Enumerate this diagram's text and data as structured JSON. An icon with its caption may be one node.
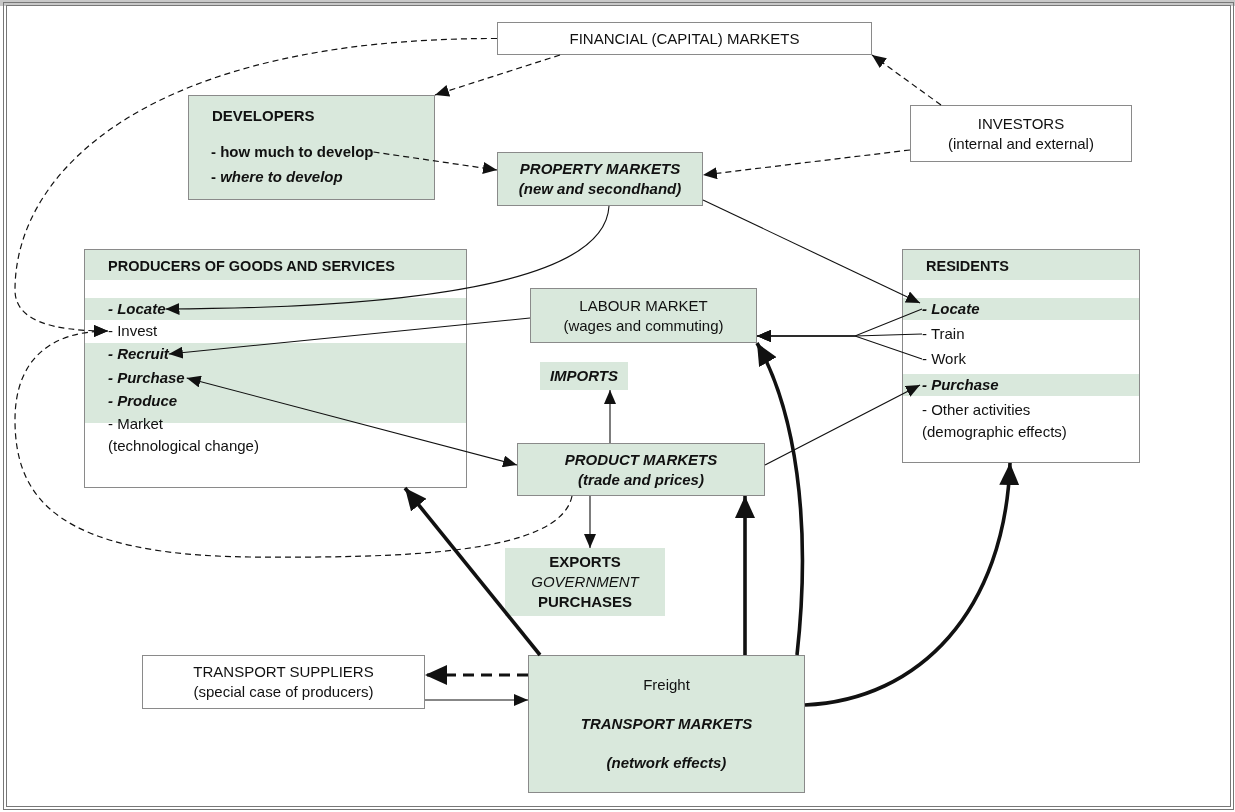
{
  "diagram": {
    "nodes": [
      {
        "text": [
          "FINANCIAL (CAPITAL) MARKETS"
        ]
      },
      {
        "text": [
          "INVESTORS",
          "(internal and external)"
        ]
      },
      {
        "text": [
          "DEVELOPERS"
        ]
      },
      {
        "text": [
          "- how much to develop"
        ],
        "in": 2
      },
      {
        "text": [
          "- *where to develop*"
        ],
        "in": 2
      },
      {
        "text": [
          "PROPERTY MARKETS",
          "(new and secondhand)"
        ]
      },
      {
        "text": [
          "PRODUCERS OF GOODS AND SERVICES"
        ]
      },
      {
        "text": [
          "- Locate"
        ],
        "in": 6
      },
      {
        "text": [
          "- Invest"
        ],
        "in": 6
      },
      {
        "text": [
          "- Recruit"
        ],
        "in": 6
      },
      {
        "text": [
          "- Purchase"
        ],
        "in": 6
      },
      {
        "text": [
          "- Produce"
        ],
        "in": 6
      },
      {
        "text": [
          "- Market",
          "(technological change)"
        ],
        "in": 6
      },
      {
        "text": [
          "LABOUR MARKET",
          "(wages and commuting)"
        ]
      },
      {
        "text": [
          "IMPORTS"
        ]
      },
      {
        "text": [
          "PRODUCT MARKETS",
          "(trade and prices)"
        ]
      },
      {
        "text": [
          "**EXPORTS** *GOVERNMENT* **PURCHASES**"
        ]
      },
      {
        "text": [
          "RESIDENTS"
        ]
      },
      {
        "text": [
          "- Locate"
        ],
        "in": 17
      },
      {
        "text": [
          "- Train"
        ],
        "in": 17
      },
      {
        "text": [
          "- Work"
        ],
        "in": 17
      },
      {
        "text": [
          "- Purchase"
        ],
        "in": 17
      },
      {
        "text": [
          "- Other activities",
          "(demographic effects)"
        ],
        "in": 17
      },
      {
        "text": [
          "TRANSPORT SUPPLIERS",
          "(special case of producers)"
        ]
      },
      {
        "text": [
          "Freight",
          "TRANSPORT MARKETS",
          "(network effects)"
        ]
      }
    ],
    "edges": [
      {
        "from": 0,
        "to": 2,
        "arrow": "to",
        "style": "dashed"
      },
      {
        "from": 0,
        "to": 8,
        "arrow": "to",
        "style": "dashed"
      },
      {
        "from": 15,
        "to": 8,
        "arrow": "to",
        "style": "dashed"
      },
      {
        "from": 1,
        "to": 0,
        "arrow": "to",
        "style": "dashed"
      },
      {
        "from": 1,
        "to": 5,
        "arrow": "to",
        "style": "dashed"
      },
      {
        "from": 3,
        "to": 5,
        "arrow": "to",
        "style": "dashed"
      },
      {
        "from": 5,
        "to": 7,
        "arrow": "to"
      },
      {
        "from": 5,
        "to": 18,
        "arrow": "to"
      },
      {
        "from": 13,
        "to": 9,
        "arrow": "to"
      },
      {
        "from": 18,
        "to": 13,
        "arrow": "to"
      },
      {
        "from": 19,
        "to": 13,
        "arrow": "to"
      },
      {
        "from": 20,
        "to": 13,
        "arrow": "to"
      },
      {
        "from": 10,
        "to": 15,
        "arrow": "both"
      },
      {
        "from": 15,
        "to": 14,
        "arrow": "to"
      },
      {
        "from": 15,
        "to": 16,
        "arrow": "to"
      },
      {
        "from": 15,
        "to": 21,
        "arrow": "to"
      },
      {
        "from": 24,
        "to": 6,
        "arrow": "to",
        "style": "thick"
      },
      {
        "from": 24,
        "to": 15,
        "arrow": "to",
        "style": "thick"
      },
      {
        "from": 24,
        "to": 13,
        "arrow": "to",
        "style": "thick"
      },
      {
        "from": 24,
        "to": 17,
        "arrow": "to",
        "style": "thick"
      },
      {
        "from": 24,
        "to": 23,
        "arrow": "to",
        "style": "dashed"
      },
      {
        "from": 23,
        "to": 24,
        "arrow": "to"
      }
    ]
  }
}
